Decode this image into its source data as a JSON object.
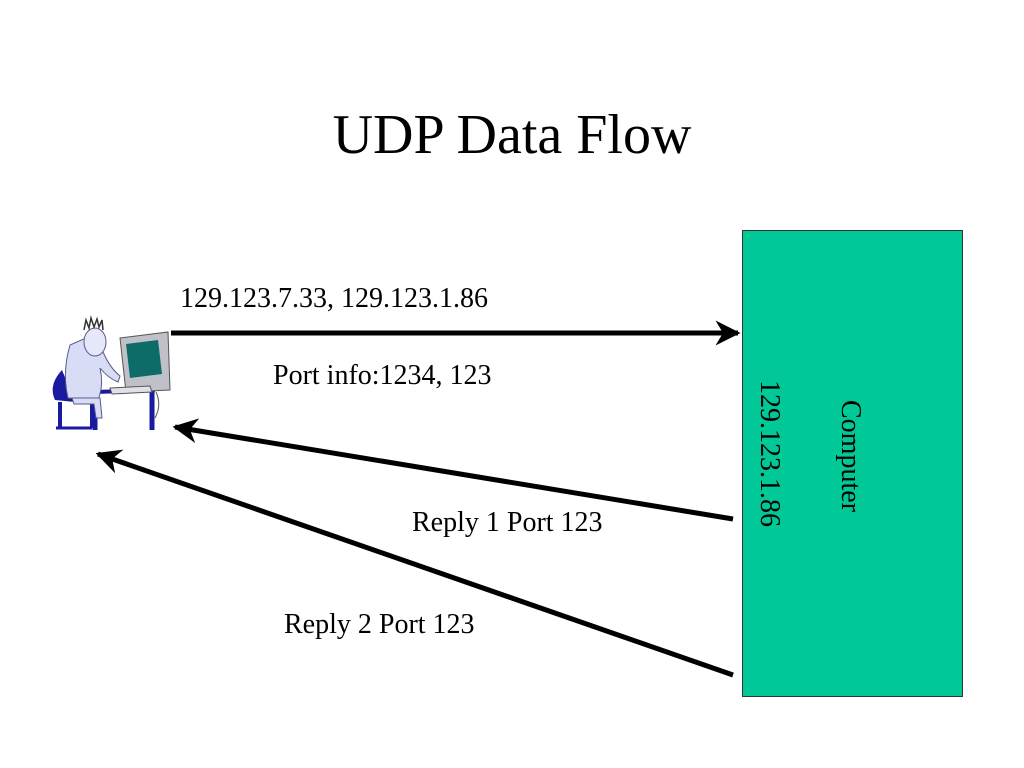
{
  "slide": {
    "title": "UDP Data Flow"
  },
  "labels": {
    "address_pair": "129.123.7.33, 129.123.1.86",
    "port_info": "Port info:1234, 123",
    "reply1": "Reply 1 Port 123",
    "reply2": "Reply 2 Port 123"
  },
  "server": {
    "name": "Computer",
    "ip": "129.123.1.86",
    "fill_color": "#00C896"
  },
  "user_icon": "person-at-computer-icon"
}
